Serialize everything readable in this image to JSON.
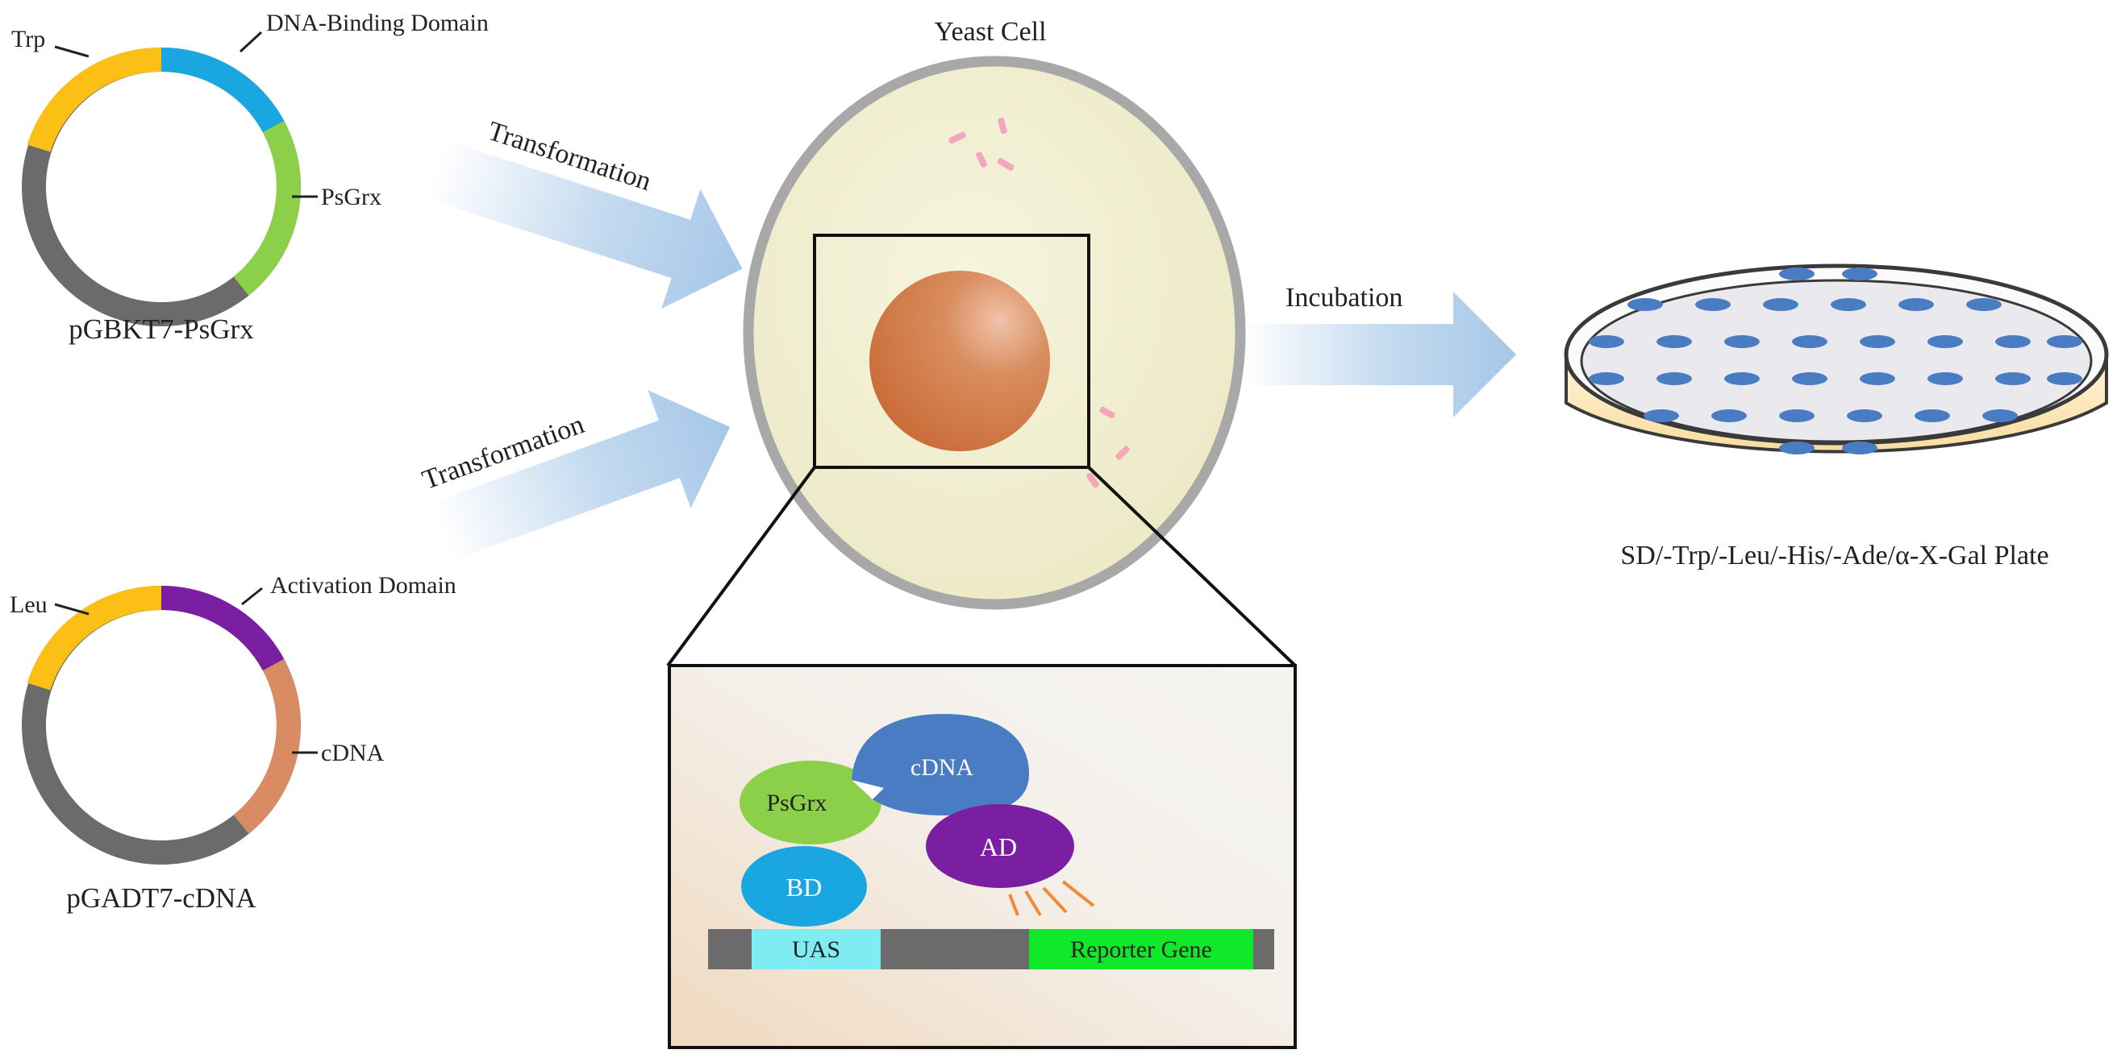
{
  "plasmid_bd": {
    "name": "pGBKT7-PsGrx",
    "segments": [
      {
        "label": "Trp",
        "color": "#fbbf16"
      },
      {
        "label": "DNA-Binding Domain",
        "color": "#1aa7e1"
      },
      {
        "label": "PsGrx",
        "color": "#8cd04a"
      },
      {
        "label": "",
        "color": "#6b6b6b"
      }
    ]
  },
  "plasmid_ad": {
    "name": "pGADT7-cDNA",
    "segments": [
      {
        "label": "Leu",
        "color": "#fbbf16"
      },
      {
        "label": "Activation Domain",
        "color": "#7b1fa2"
      },
      {
        "label": "cDNA",
        "color": "#d98b63"
      },
      {
        "label": "",
        "color": "#6b6b6b"
      }
    ]
  },
  "steps": {
    "transformation_top": "Transformation",
    "transformation_bottom": "Transformation",
    "incubation": "Incubation"
  },
  "yeast_cell": {
    "label": "Yeast Cell"
  },
  "zoom": {
    "proteins": {
      "psgrx": "PsGrx",
      "cdna": "cDNA",
      "ad": "AD",
      "bd": "BD"
    },
    "dna": {
      "uas": "UAS",
      "reporter": "Reporter Gene"
    }
  },
  "plate": {
    "label": "SD/-Trp/-Leu/-His/-Ade/α-X-Gal Plate"
  }
}
